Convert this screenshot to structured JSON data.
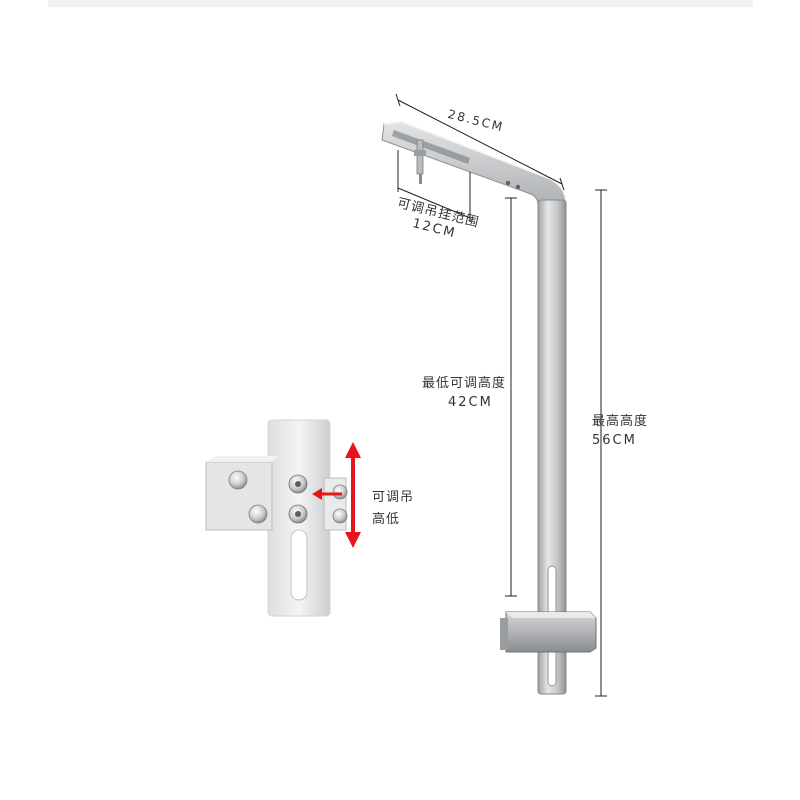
{
  "dimensions": {
    "width_label": "28.5CM",
    "range_label_line1": "可调吊挂范围",
    "range_label_line2": "12CM",
    "min_label_line1": "最低可调高度",
    "min_label_line2": "42CM",
    "max_label_line1": "最高高度",
    "max_label_line2": "56CM"
  },
  "detail": {
    "adjust_label_line1": "可调吊",
    "adjust_label_line2": "高低",
    "arrow_color": "#e8141b"
  },
  "colors": {
    "metal": "#c9cbcd",
    "metal_dark": "#8e9194",
    "dimension_line": "#222222"
  }
}
